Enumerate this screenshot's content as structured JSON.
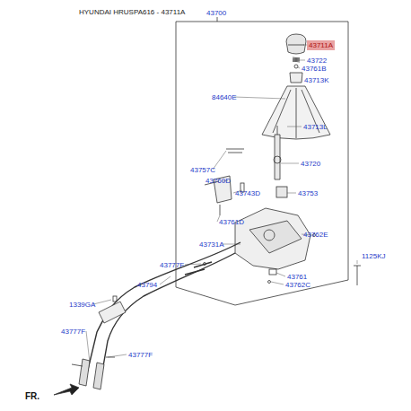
{
  "diagram": {
    "title": "HYUNDAI HRUSPA616 - 43711A",
    "nodes": [
      {
        "text": [
          "43711A"
        ]
      }
    ],
    "labels": [
      "43700",
      "43722",
      "43761B",
      "43713K",
      "84640E",
      "43713L",
      "43720",
      "43757C",
      "43760D",
      "43743D",
      "43753",
      "43761D",
      "43762E",
      "43731A",
      "1125KJ",
      "43777F",
      "43761",
      "43762C",
      "43794",
      "1339GA",
      "43777F",
      "43777F",
      "FR."
    ]
  }
}
